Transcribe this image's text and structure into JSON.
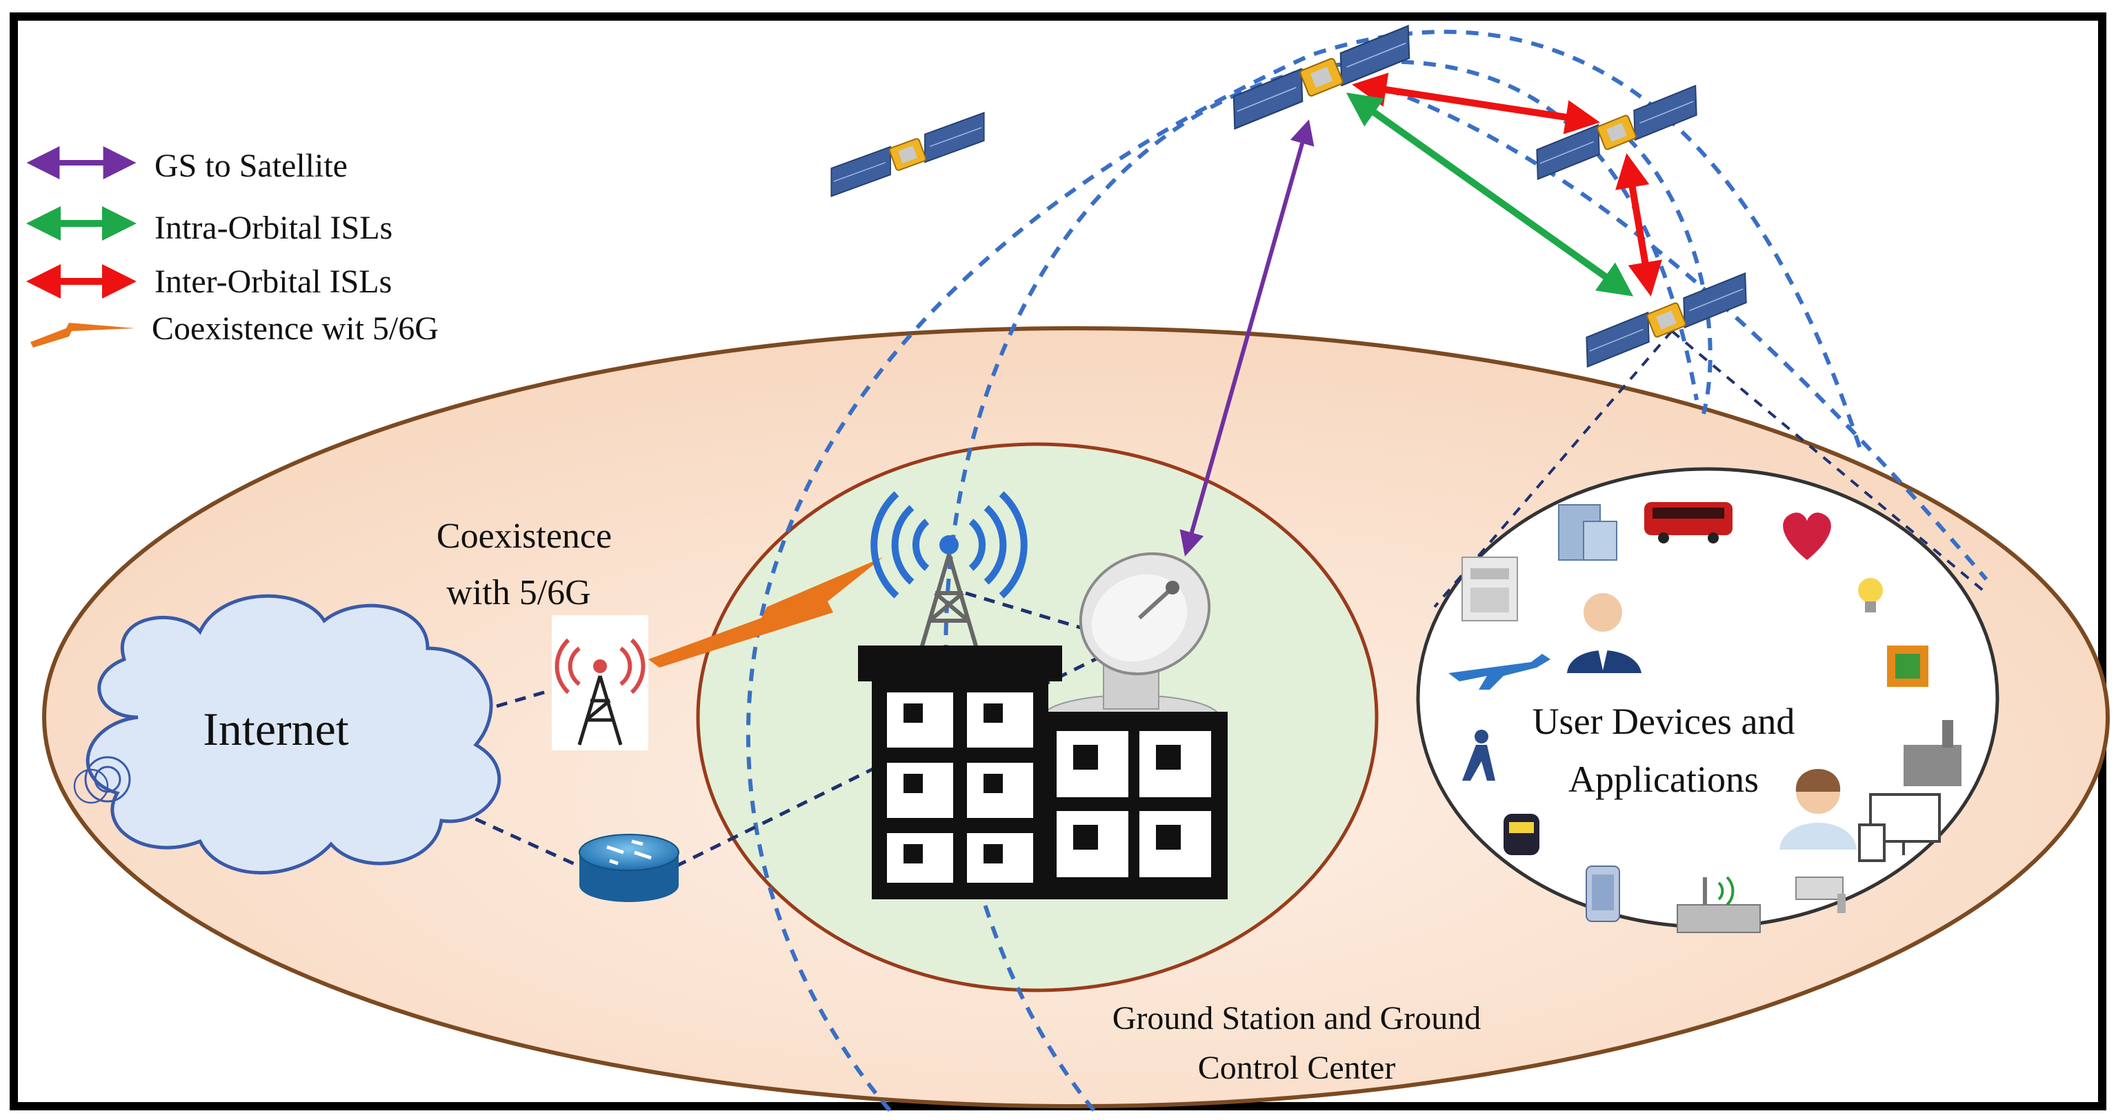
{
  "legend": {
    "gs_to_satellite": {
      "label": "GS to Satellite",
      "color": "#7030a0"
    },
    "intra_orbital": {
      "label": "Intra-Orbital ISLs",
      "color": "#1ea84a"
    },
    "inter_orbital": {
      "label": "Inter-Orbital ISLs",
      "color": "#ee1111"
    },
    "coexistence": {
      "label": "Coexistence wit 5/6G",
      "color": "#e8741b"
    }
  },
  "labels": {
    "internet": "Internet",
    "coexistence_line1": "Coexistence",
    "coexistence_line2": "with 5/6G",
    "ground_line1": "Ground Station and Ground",
    "ground_line2": "Control Center",
    "user_line1": "User Devices and",
    "user_line2": "Applications"
  },
  "colors": {
    "earth_fill": "#fbe4d5",
    "earth_stroke": "#7b4a22",
    "ground_fill": "#e2f0d9",
    "ground_stroke": "#9a3b1c",
    "orbit": "#3a6fc4",
    "cloud_fill": "#dbe7f6",
    "cloud_stroke": "#3a5aa8",
    "link_dash": "#1f3170"
  },
  "icons": [
    "satellite-icon",
    "cell-tower-icon",
    "radio-tower-icon",
    "satellite-dish-icon",
    "building-icon",
    "router-icon",
    "cloud-icon",
    "user-devices-icon"
  ]
}
